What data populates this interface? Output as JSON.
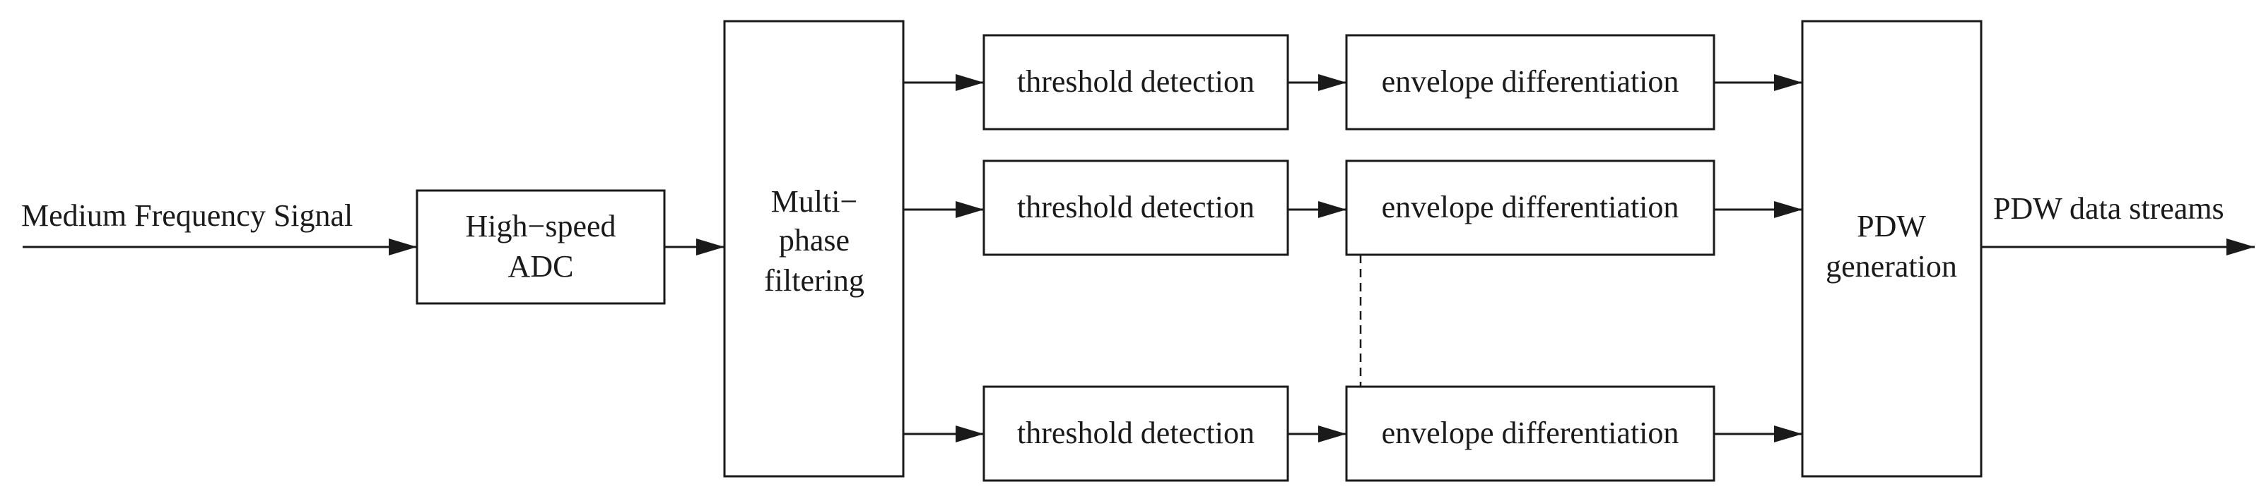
{
  "diagram": {
    "input_label": "Medium Frequency Signal",
    "adc": {
      "line1": "High−speed",
      "line2": "ADC"
    },
    "filter": {
      "line1": "Multi−",
      "line2": "phase",
      "line3": "filtering"
    },
    "channels": [
      {
        "detect": "threshold detection",
        "envelope": "envelope differentiation"
      },
      {
        "detect": "threshold detection",
        "envelope": "envelope differentiation"
      },
      {
        "detect": "threshold detection",
        "envelope": "envelope differentiation"
      }
    ],
    "pdw": {
      "line1": "PDW",
      "line2": "generation"
    },
    "output_label": "PDW data streams"
  }
}
